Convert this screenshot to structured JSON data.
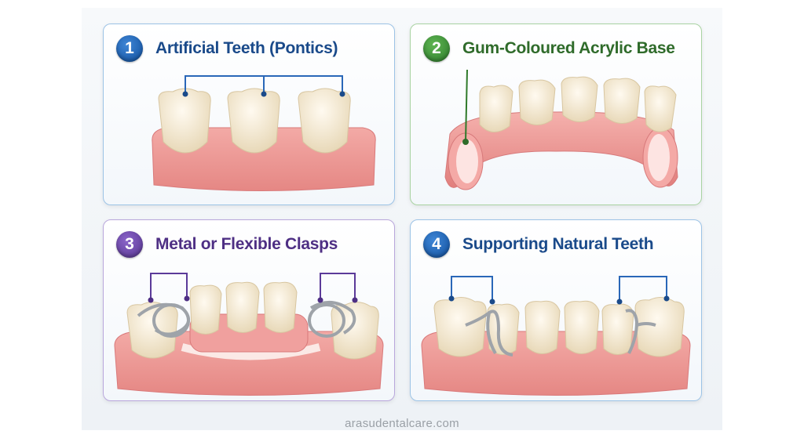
{
  "panels": [
    {
      "number": "1",
      "title": "Artificial Teeth (Pontics)",
      "accent": "#1a4a8a"
    },
    {
      "number": "2",
      "title": "Gum-Coloured Acrylic Base",
      "accent": "#2f6b2a"
    },
    {
      "number": "3",
      "title": "Metal or Flexible Clasps",
      "accent": "#4e2f84"
    },
    {
      "number": "4",
      "title": "Supporting Natural Teeth",
      "accent": "#1a4a8a"
    }
  ],
  "footer": "arasudentalcare.com",
  "colors": {
    "tooth": "#f3e9d2",
    "gum": "#ec9a98",
    "clasp": "#a9aeb4"
  }
}
